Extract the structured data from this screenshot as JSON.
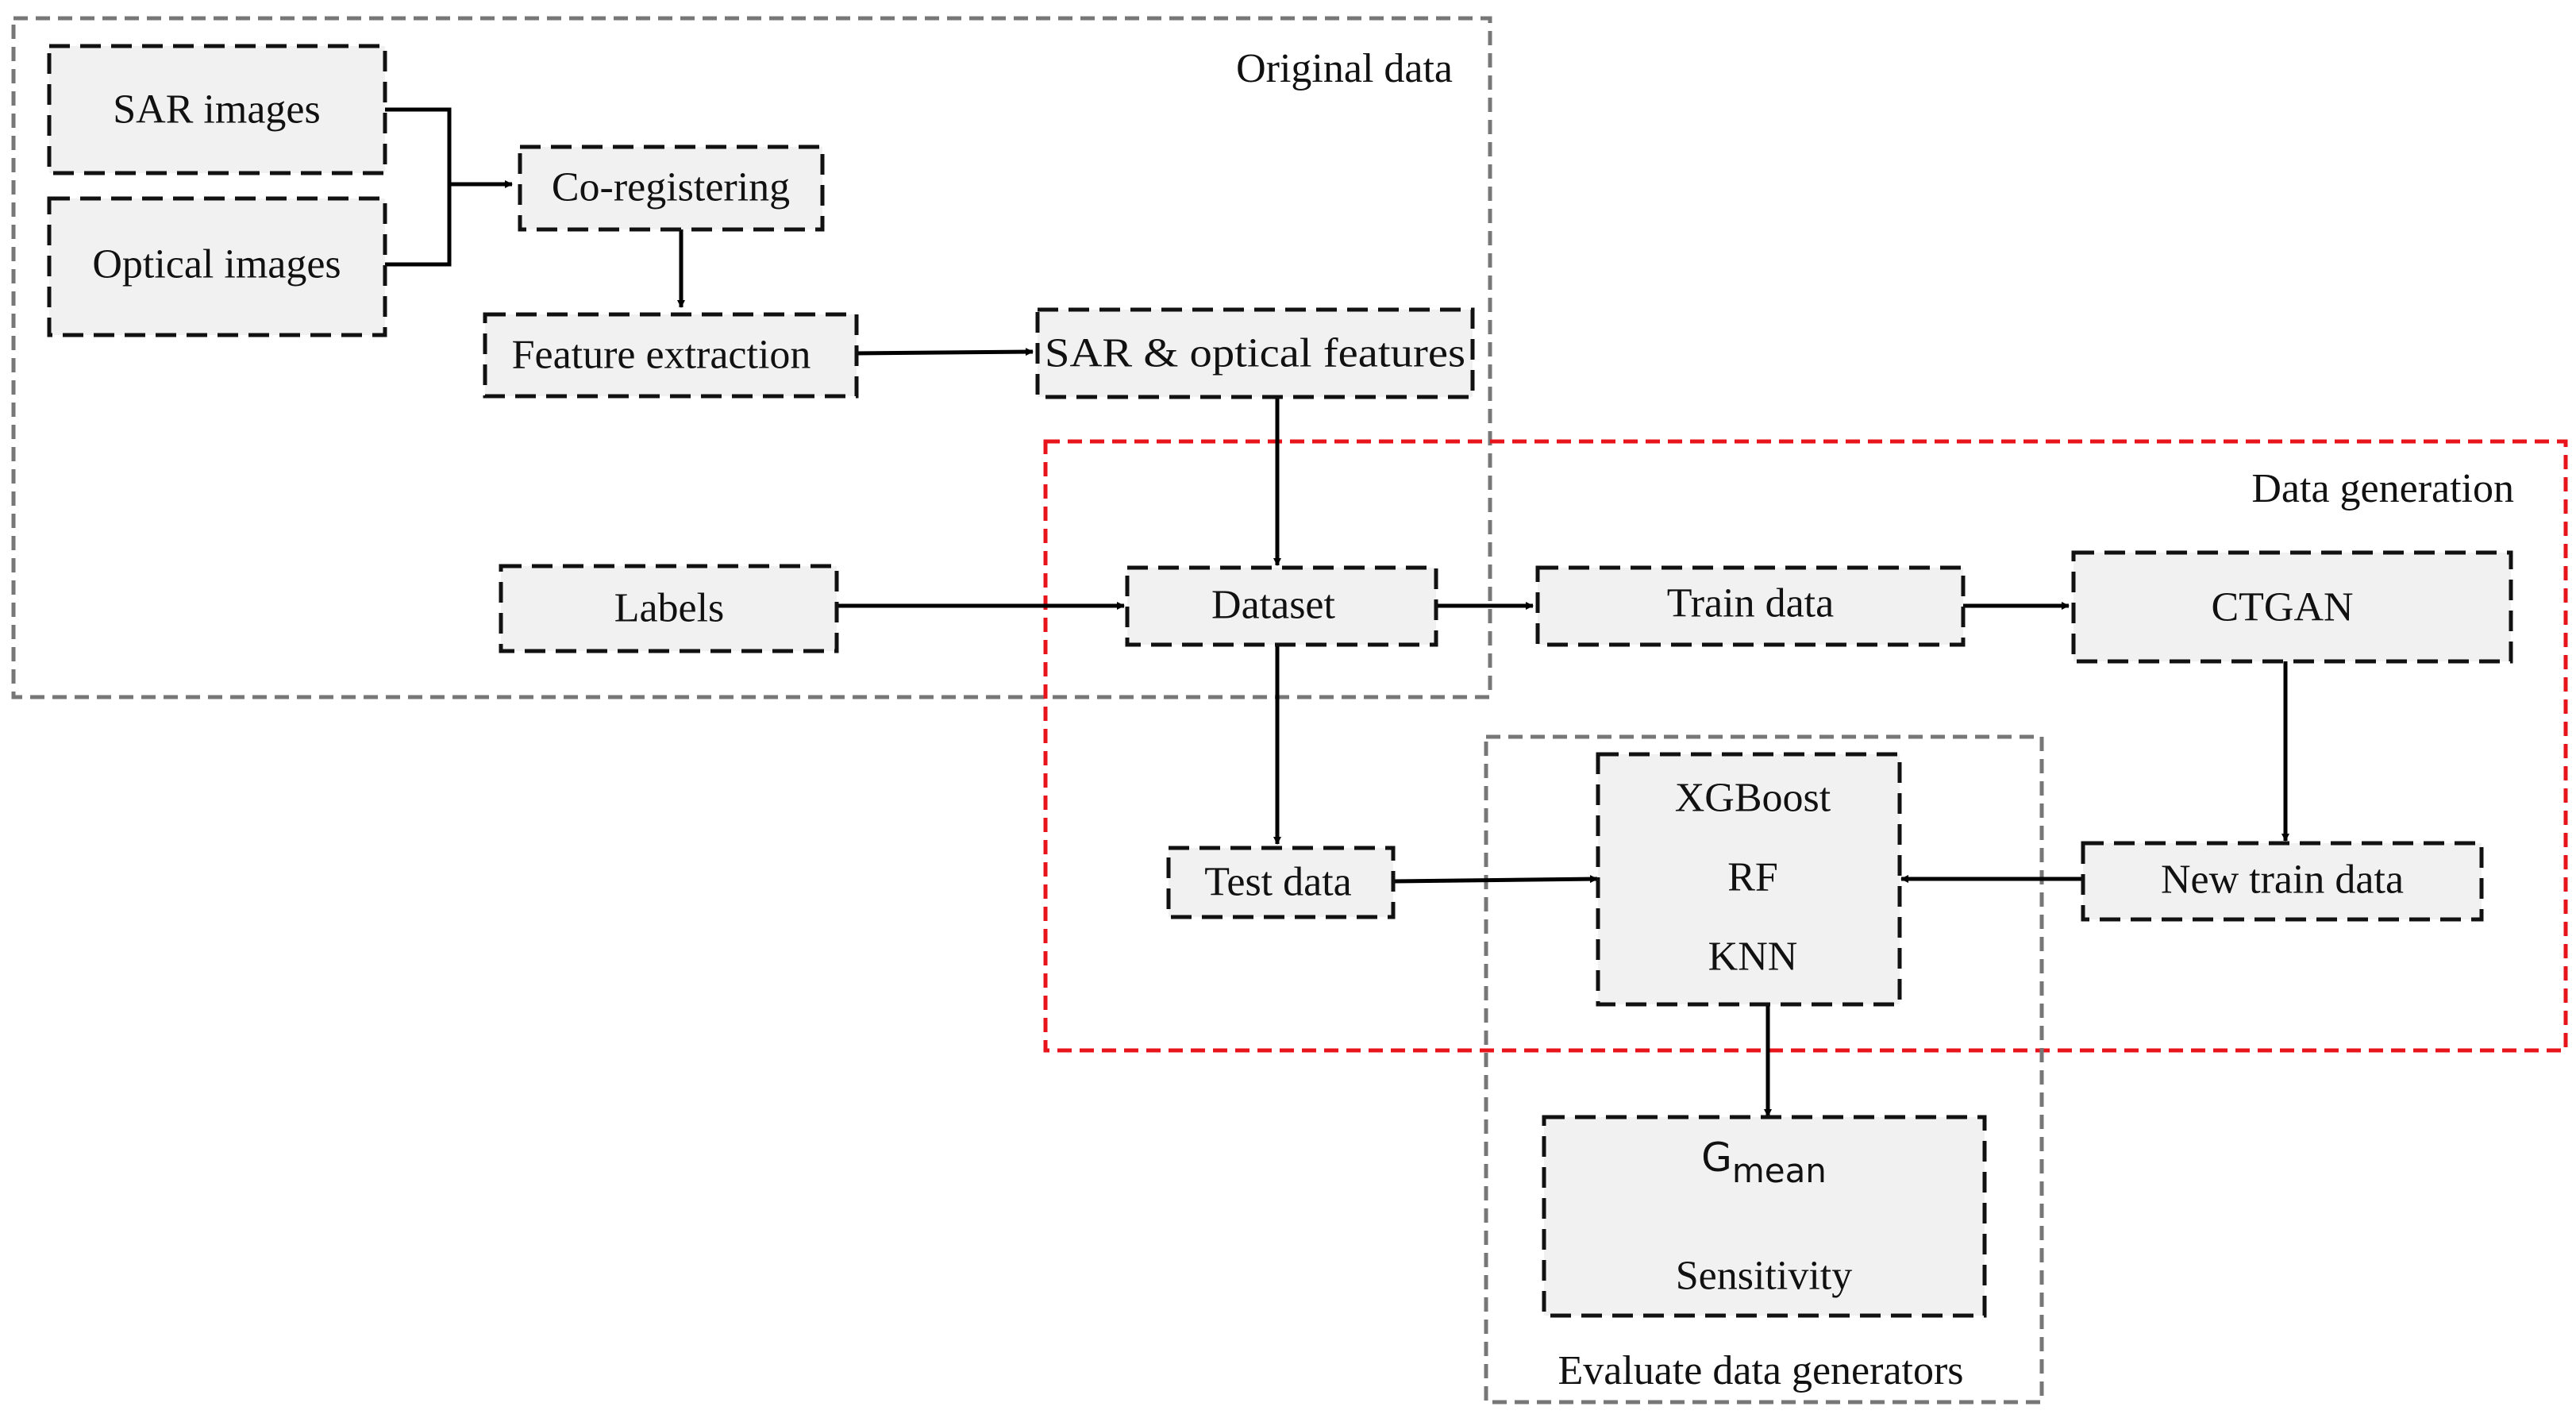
{
  "groups": {
    "original_data": "Original data",
    "data_generation": "Data generation",
    "evaluate": "Evaluate data generators"
  },
  "nodes": {
    "sar_images": "SAR images",
    "optical_images": "Optical images",
    "co_registering": "Co-registering",
    "feature_extraction": "Feature extraction",
    "sar_optical_features": "SAR & optical features",
    "labels": "Labels",
    "dataset": "Dataset",
    "train_data": "Train data",
    "ctgan": "CTGAN",
    "test_data": "Test data",
    "new_train_data": "New train data",
    "classifiers": [
      "XGBoost",
      "RF",
      "KNN"
    ],
    "metrics": {
      "gmean_base": "G",
      "gmean_sub": "mean",
      "sensitivity": "Sensitivity"
    }
  },
  "colors": {
    "box_fill": "#f1f1f1",
    "group_grey": "#777777",
    "group_red": "#e8141b"
  }
}
